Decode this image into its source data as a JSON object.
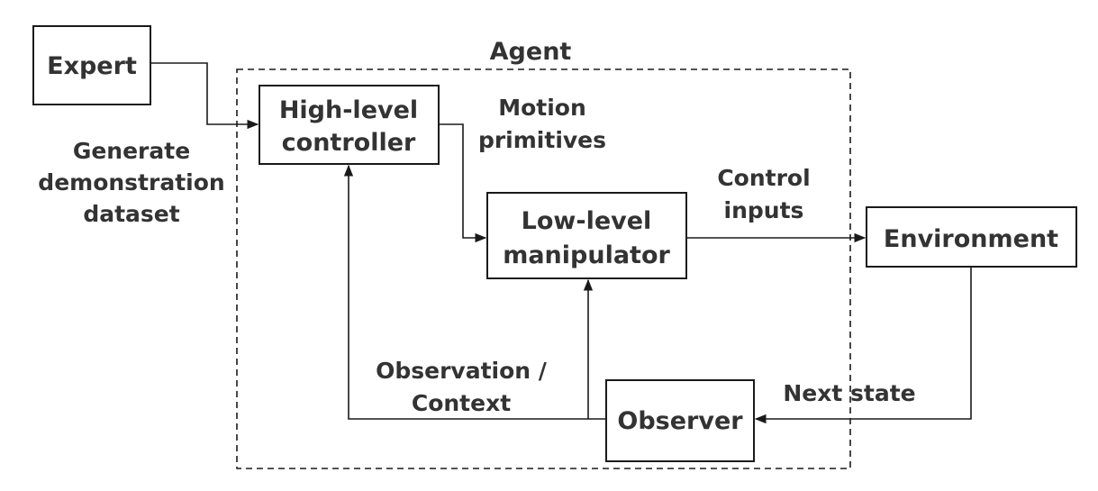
{
  "agent": {
    "title": "Agent"
  },
  "nodes": {
    "expert": {
      "label": "Expert"
    },
    "high_level_controller": {
      "label": [
        "High-level",
        "controller"
      ]
    },
    "low_level_manipulator": {
      "label": [
        "Low-level",
        "manipulator"
      ]
    },
    "environment": {
      "label": "Environment"
    },
    "observer": {
      "label": "Observer"
    }
  },
  "edges": {
    "generate_demonstration": {
      "label": [
        "Generate",
        "demonstration",
        "dataset"
      ]
    },
    "motion_primitives": {
      "label": [
        "Motion",
        "primitives"
      ]
    },
    "control_inputs": {
      "label": [
        "Control",
        "inputs"
      ]
    },
    "next_state": {
      "label": "Next state"
    },
    "observation_context": {
      "label": [
        "Observation /",
        "Context"
      ]
    }
  }
}
